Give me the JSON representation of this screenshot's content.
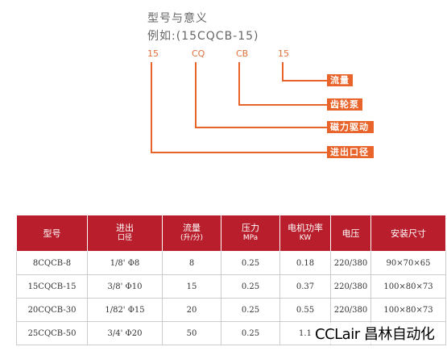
{
  "model_meaning": {
    "title": "型号与意义",
    "example": "例如:(15CQCB-15)",
    "codes": [
      "15",
      "CQ",
      "CB",
      "15"
    ],
    "callouts": [
      "流量",
      "齿轮泵",
      "磁力驱动",
      "进出口径"
    ]
  },
  "colors": {
    "accent": "#e8642a",
    "header": "#b91e2c"
  },
  "table": {
    "headers": [
      {
        "l1": "型号",
        "l2": ""
      },
      {
        "l1": "进出",
        "l2": "口径"
      },
      {
        "l1": "流量",
        "l2": "(升/分)"
      },
      {
        "l1": "压力",
        "l2": "MPa"
      },
      {
        "l1": "电机功率",
        "l2": "KW"
      },
      {
        "l1": "电压",
        "l2": ""
      },
      {
        "l1": "安装尺寸",
        "l2": ""
      }
    ],
    "rows": [
      [
        "8CQCB-8",
        "1/8' Φ8",
        "8",
        "0.25",
        "0.18",
        "220/380",
        "90×70×65"
      ],
      [
        "15CQCB-15",
        "3/8' Φ10",
        "15",
        "0.25",
        "0.37",
        "220/380",
        "100×80×73"
      ],
      [
        "20CQCB-30",
        "1/82' Φ15",
        "20",
        "0.25",
        "0.55",
        "220/380",
        "100×80×73"
      ],
      [
        "25CQCB-50",
        "3/4' Φ20",
        "50",
        "0.25",
        "1.1",
        "",
        ""
      ]
    ]
  },
  "watermark": "CCLair 昌林自动化"
}
